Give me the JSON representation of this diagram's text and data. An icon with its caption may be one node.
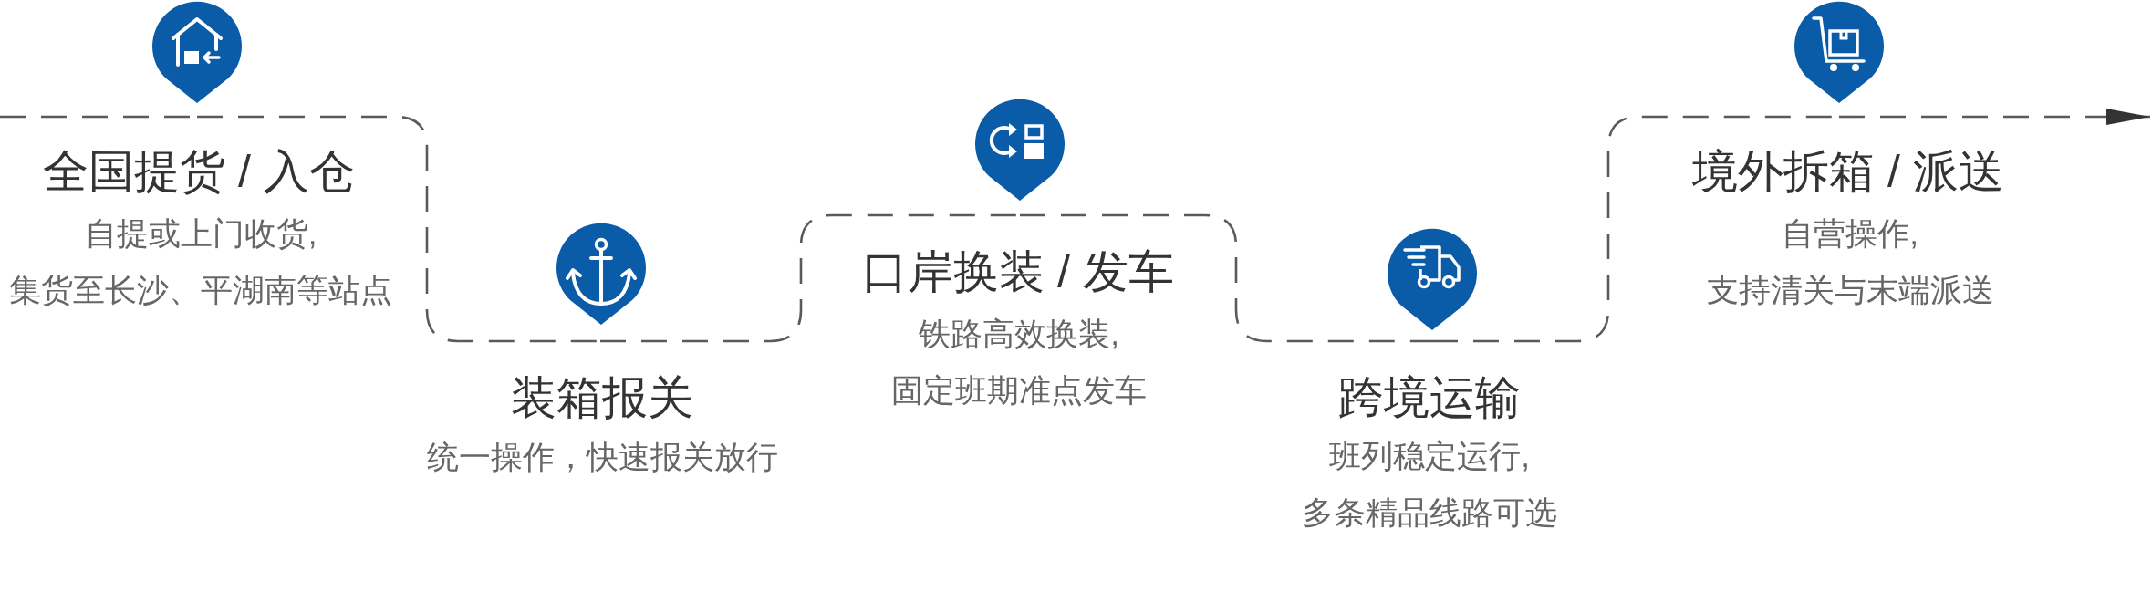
{
  "diagram": {
    "nodes": [
      {
        "text": [
          "全国提货 / 入仓",
          "自提或上门收货,集货至长沙、平湖南等站点"
        ]
      },
      {
        "text": [
          "装箱报关",
          "统一操作，快速报关放行"
        ]
      },
      {
        "text": [
          "口岸换装 / 发车",
          "铁路高效换装,固定班期准点发车"
        ]
      },
      {
        "text": [
          "跨境运输",
          "班列稳定运行,多条精品线路可选"
        ]
      },
      {
        "text": [
          "境外拆箱 / 派送",
          "自营操作,支持清关与末端派送"
        ]
      }
    ],
    "edges": [
      {
        "from": null,
        "to": 0,
        "arrow": "none",
        "style": "dashed"
      },
      {
        "from": 0,
        "to": 1,
        "arrow": "none",
        "style": "dashed"
      },
      {
        "from": 1,
        "to": 2,
        "arrow": "none",
        "style": "dashed"
      },
      {
        "from": 2,
        "to": 3,
        "arrow": "none",
        "style": "dashed"
      },
      {
        "from": 3,
        "to": 4,
        "arrow": "none",
        "style": "dashed"
      },
      {
        "from": 4,
        "to": null,
        "arrow": "to",
        "style": "dashed"
      }
    ]
  }
}
